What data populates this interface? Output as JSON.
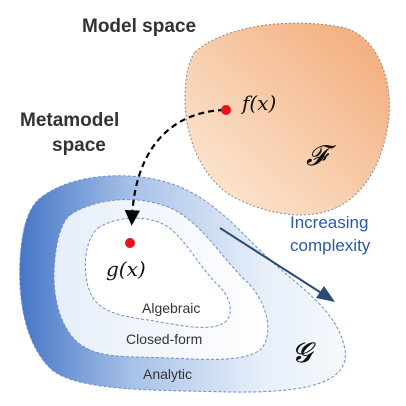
{
  "model_space": {
    "title": "Model space",
    "function_label": "f(x)",
    "set_symbol": "𝓕"
  },
  "metamodel_space": {
    "title_line1": "Metamodel",
    "title_line2": "space",
    "function_label": "g(x)",
    "set_symbol": "𝓖",
    "regions": {
      "inner": "Algebraic",
      "middle": "Closed-form",
      "outer": "Analytic"
    }
  },
  "complexity": {
    "line1": "Increasing",
    "line2": "complexity"
  },
  "colors": {
    "model_fill": "#f6c7a3",
    "outer_fill": "#4d7fcc",
    "complexity_text": "#2a5aa8",
    "arrow": "#2a4a78",
    "point": "#e8121a"
  }
}
